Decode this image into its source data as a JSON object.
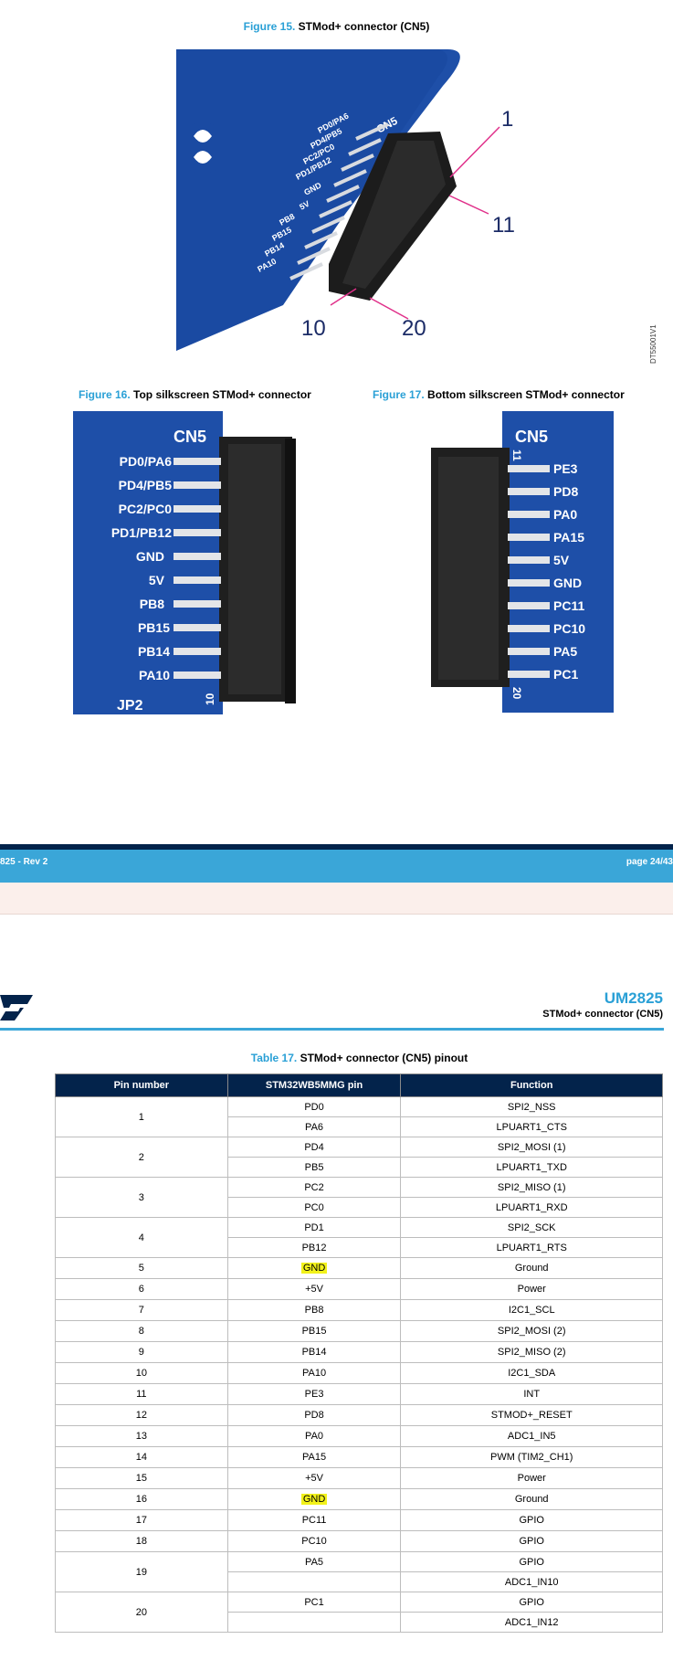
{
  "fig15": {
    "label": "Figure 15.",
    "title": "STMod+ connector (CN5)",
    "callouts": [
      "1",
      "11",
      "10",
      "20"
    ],
    "ref": "DT55001V1",
    "silk": [
      "PD0/PA6",
      "PD4/PB5",
      "PC2/PC0",
      "PD1/PB12",
      "GND",
      "5V",
      "PB8",
      "PB15",
      "PB14",
      "PA10"
    ],
    "cn": "CN5"
  },
  "fig16": {
    "label": "Figure 16.",
    "title": "Top silkscreen STMod+ connector",
    "cn": "CN5",
    "jp": "JP2",
    "pin": "10",
    "labels": [
      "PD0/PA6",
      "PD4/PB5",
      "PC2/PC0",
      "PD1/PB12",
      "GND",
      "5V",
      "PB8",
      "PB15",
      "PB14",
      "PA10"
    ]
  },
  "fig17": {
    "label": "Figure 17.",
    "title": "Bottom silkscreen STMod+ connector",
    "cn": "CN5",
    "pin_top": "11",
    "pin_bot": "20",
    "labels": [
      "PE3",
      "PD8",
      "PA0",
      "PA15",
      "5V",
      "GND",
      "PC11",
      "PC10",
      "PA5",
      "PC1"
    ]
  },
  "footer": {
    "left": "825 - Rev 2",
    "right": "page 24/43"
  },
  "header": {
    "doc": "UM2825",
    "section": "STMod+ connector (CN5)"
  },
  "table": {
    "label": "Table 17.",
    "title": "STMod+ connector (CN5) pinout",
    "headers": [
      "Pin number",
      "STM32WB5MMG pin",
      "Function"
    ],
    "rows": [
      {
        "pin": "1",
        "mcu": [
          "PD0",
          "PA6"
        ],
        "func": [
          "SPI2_NSS",
          "LPUART1_CTS"
        ]
      },
      {
        "pin": "2",
        "mcu": [
          "PD4",
          "PB5"
        ],
        "func": [
          "SPI2_MOSI (1)",
          "LPUART1_TXD"
        ]
      },
      {
        "pin": "3",
        "mcu": [
          "PC2",
          "PC0"
        ],
        "func": [
          "SPI2_MISO (1)",
          "LPUART1_RXD"
        ]
      },
      {
        "pin": "4",
        "mcu": [
          "PD1",
          "PB12"
        ],
        "func": [
          "SPI2_SCK",
          "LPUART1_RTS"
        ]
      },
      {
        "pin": "5",
        "mcu": [
          "GND"
        ],
        "func": [
          "Ground"
        ],
        "highlight": true
      },
      {
        "pin": "6",
        "mcu": [
          "+5V"
        ],
        "func": [
          "Power"
        ]
      },
      {
        "pin": "7",
        "mcu": [
          "PB8"
        ],
        "func": [
          "I2C1_SCL"
        ]
      },
      {
        "pin": "8",
        "mcu": [
          "PB15"
        ],
        "func": [
          "SPI2_MOSI (2)"
        ]
      },
      {
        "pin": "9",
        "mcu": [
          "PB14"
        ],
        "func": [
          "SPI2_MISO (2)"
        ]
      },
      {
        "pin": "10",
        "mcu": [
          "PA10"
        ],
        "func": [
          "I2C1_SDA"
        ]
      },
      {
        "pin": "11",
        "mcu": [
          "PE3"
        ],
        "func": [
          "INT"
        ]
      },
      {
        "pin": "12",
        "mcu": [
          "PD8"
        ],
        "func": [
          "STMOD+_RESET"
        ]
      },
      {
        "pin": "13",
        "mcu": [
          "PA0"
        ],
        "func": [
          "ADC1_IN5"
        ]
      },
      {
        "pin": "14",
        "mcu": [
          "PA15"
        ],
        "func": [
          "PWM (TIM2_CH1)"
        ]
      },
      {
        "pin": "15",
        "mcu": [
          "+5V"
        ],
        "func": [
          "Power"
        ]
      },
      {
        "pin": "16",
        "mcu": [
          "GND"
        ],
        "func": [
          "Ground"
        ],
        "highlight": true
      },
      {
        "pin": "17",
        "mcu": [
          "PC11"
        ],
        "func": [
          "GPIO"
        ]
      },
      {
        "pin": "18",
        "mcu": [
          "PC10"
        ],
        "func": [
          "GPIO"
        ]
      },
      {
        "pin": "19",
        "mcu": [
          "PA5"
        ],
        "func": [
          "GPIO",
          "ADC1_IN10"
        ]
      },
      {
        "pin": "20",
        "mcu": [
          "PC1"
        ],
        "func": [
          "GPIO",
          "ADC1_IN12"
        ]
      }
    ]
  },
  "colors": {
    "pcb": "#1e4fa8",
    "accent": "#2aa0d6",
    "navy": "#03234b",
    "highlight": "#f2f21a"
  }
}
